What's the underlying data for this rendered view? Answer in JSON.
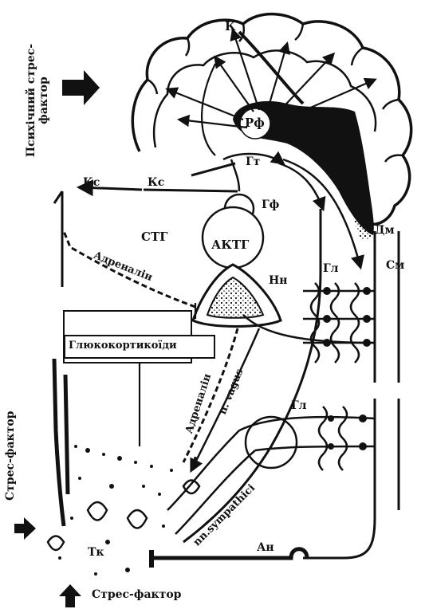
{
  "labels": {
    "cortex": "К",
    "reticular_formation": "Рф",
    "hypothalamus": "Гт",
    "pituitary": "Гф",
    "medulla": "Дм",
    "spinal_cord": "См",
    "corticosteroids_left": "Кс",
    "corticosteroids_right": "Кс",
    "stg": "СТГ",
    "actg": "АКТГ",
    "adrenal": "Нн",
    "ganglia_upper": "Гл",
    "ganglia_lower": "Гл",
    "adrenaline_upper": "Адреналін",
    "adrenaline_lower": "Адреналін",
    "glucocorticoids": "Глюкокортикоїди",
    "vagus": "n. vagus",
    "sympathetic": "nn.sympathici",
    "tissue": "Тк",
    "nerve_ending": "Ан",
    "psychic_stress": "Психічний стрес-фактор",
    "stress_left": "Стрес-фактор",
    "stress_bottom": "Стрес-фактор"
  },
  "colors": {
    "ink": "#111111",
    "background": "#ffffff"
  }
}
